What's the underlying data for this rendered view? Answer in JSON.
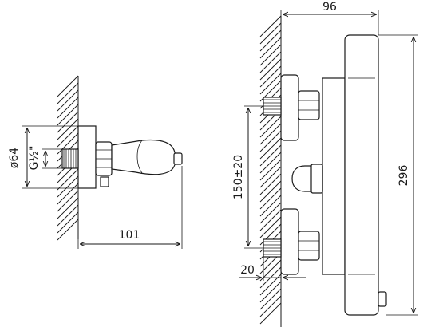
{
  "dimensions": {
    "side_view": {
      "diameter": "ø64",
      "thread": "G½\"",
      "depth": "101"
    },
    "front_view": {
      "width": "96",
      "height": "296",
      "spacing": "150±20",
      "offset": "20"
    }
  }
}
